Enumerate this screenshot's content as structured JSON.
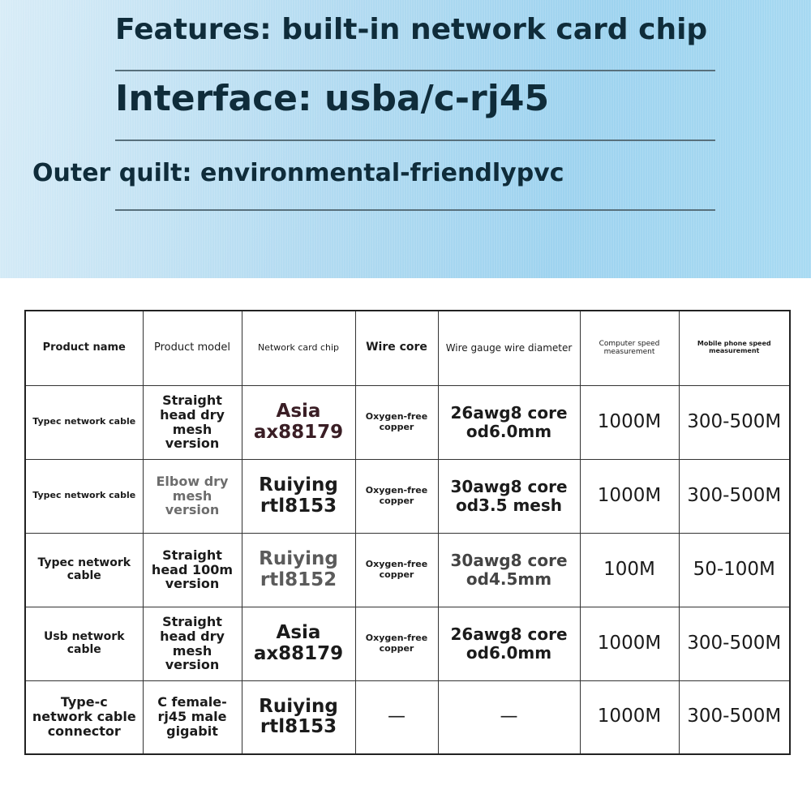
{
  "header": {
    "line1": "Features: built-in network card chip",
    "line2": "Interface: usba/c-rj45",
    "line3": "Outer quilt: environmental-friendlypvc"
  },
  "table": {
    "headers": {
      "product_name": "Product name",
      "product_model": "Product model",
      "network_card_chip": "Network card chip",
      "wire_core": "Wire core",
      "wire_gauge": "Wire gauge wire diameter",
      "computer_speed": "Computer speed measurement",
      "mobile_speed": "Mobile phone speed measurement"
    },
    "rows": [
      {
        "product_name": "Typec network cable",
        "product_model": "Straight head dry mesh version",
        "network_card_chip": "Asia ax88179",
        "wire_core": "Oxygen-free copper",
        "wire_gauge": "26awg8 core od6.0mm",
        "computer_speed": "1000M",
        "mobile_speed": "300-500M"
      },
      {
        "product_name": "Typec network cable",
        "product_model": "Elbow dry mesh version",
        "network_card_chip": "Ruiying rtl8153",
        "wire_core": "Oxygen-free copper",
        "wire_gauge": "30awg8 core od3.5 mesh",
        "computer_speed": "1000M",
        "mobile_speed": "300-500M"
      },
      {
        "product_name": "Typec network cable",
        "product_model": "Straight head 100m version",
        "network_card_chip": "Ruiying rtl8152",
        "wire_core": "Oxygen-free copper",
        "wire_gauge": "30awg8 core od4.5mm",
        "computer_speed": "100M",
        "mobile_speed": "50-100M"
      },
      {
        "product_name": "Usb network cable",
        "product_model": "Straight head dry mesh version",
        "network_card_chip": "Asia ax88179",
        "wire_core": "Oxygen-free copper",
        "wire_gauge": "26awg8 core od6.0mm",
        "computer_speed": "1000M",
        "mobile_speed": "300-500M"
      },
      {
        "product_name": "Type-c network cable connector",
        "product_model": "C female-rj45 male gigabit",
        "network_card_chip": "Ruiying rtl8153",
        "wire_core": "—",
        "wire_gauge": "—",
        "computer_speed": "1000M",
        "mobile_speed": "300-500M"
      }
    ]
  }
}
